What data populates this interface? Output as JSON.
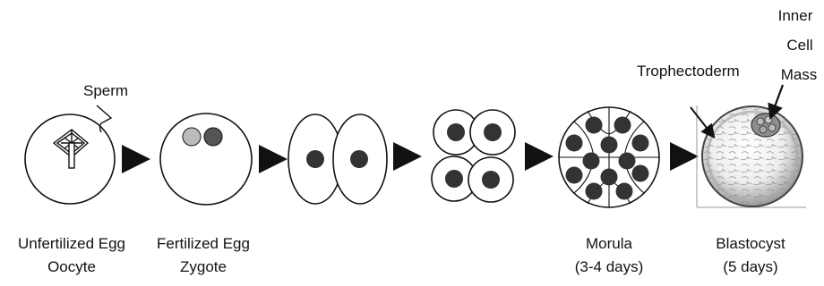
{
  "stages": [
    {
      "id": "oocyte",
      "label_1": "Unfertilized Egg",
      "label_2": "Oocyte"
    },
    {
      "id": "zygote",
      "label_1": "Fertilized Egg",
      "label_2": "Zygote"
    },
    {
      "id": "two-cell",
      "label_1": "",
      "label_2": ""
    },
    {
      "id": "four-cell",
      "label_1": "",
      "label_2": ""
    },
    {
      "id": "morula",
      "label_1": "Morula",
      "label_2": "(3-4 days)"
    },
    {
      "id": "blastocyst",
      "label_1": "Blastocyst",
      "label_2": "(5 days)"
    }
  ],
  "annotations": {
    "sperm": "Sperm",
    "trophectoderm": "Trophectoderm",
    "inner_cell_mass_1": "Inner",
    "inner_cell_mass_2": "Cell",
    "inner_cell_mass_3": "Mass"
  },
  "colors": {
    "outline": "#111111",
    "nucleus": "#333333",
    "male_pronucleus": "#bbbbbb",
    "female_pronucleus": "#555555"
  }
}
